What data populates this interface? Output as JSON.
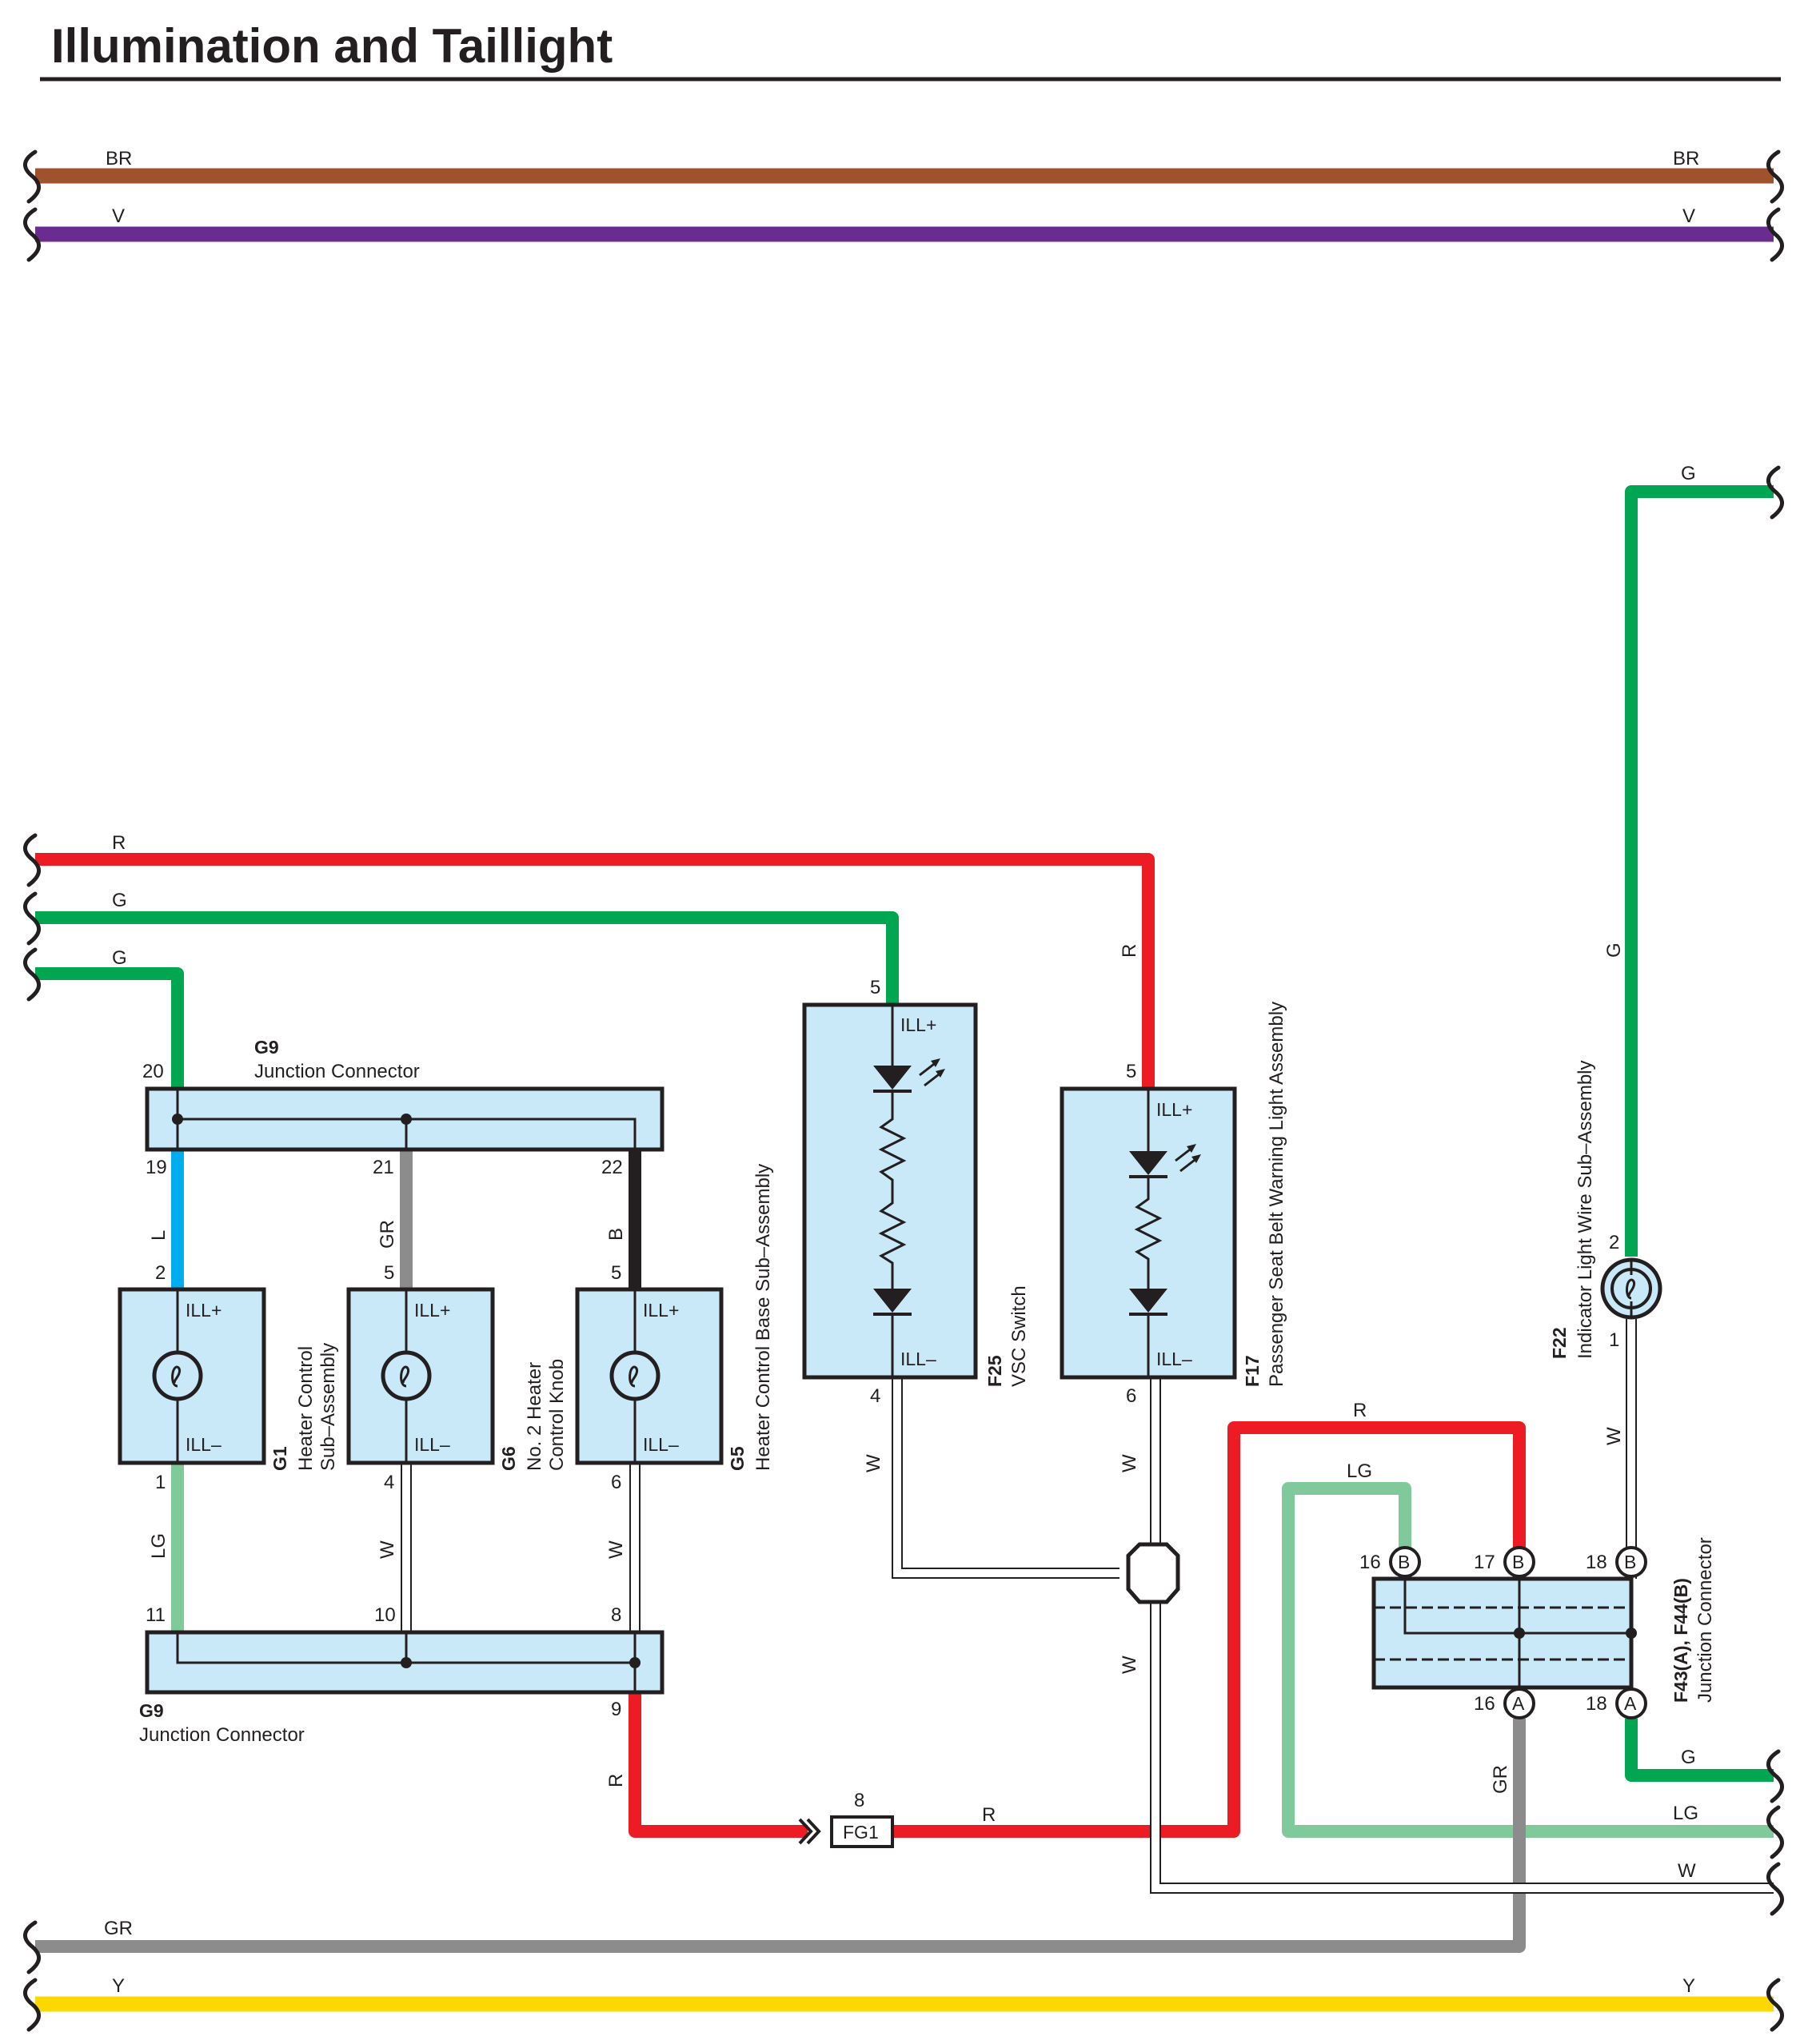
{
  "title": "Illumination and Taillight",
  "colors": {
    "BR": "#a0522d",
    "V": "#6b2c91",
    "G": "#00a651",
    "R": "#ed1c24",
    "L": "#00aeef",
    "GR": "#8c8c8c",
    "B": "#231f20",
    "LG": "#7fc99a",
    "Y": "#ffd800",
    "W": "#ffffff",
    "component_fill": "#c9e8f8",
    "outline": "#231f20"
  },
  "wire_labels": {
    "br_left": "BR",
    "br_right": "BR",
    "v_left": "V",
    "v_right": "V",
    "r_top": "R",
    "g_top1": "G",
    "g_top2": "G",
    "g_right_top": "G",
    "g_right_vert": "G",
    "r_f17_vert": "R",
    "l_g1": "L",
    "gr_g6": "GR",
    "b_g5": "B",
    "lg_g1": "LG",
    "w_g6": "W",
    "w_g5": "W",
    "w_f25": "W",
    "w_f17": "W",
    "w_f17_lower": "W",
    "w_f22": "W",
    "r_g9_down": "R",
    "r_fg1": "R",
    "r_loop": "R",
    "lg_loop": "LG",
    "gr_vert": "GR",
    "g_right_bottom": "G",
    "lg_right": "LG",
    "w_right": "W",
    "gr_left": "GR",
    "y_left": "Y",
    "y_right": "Y"
  },
  "connectors": {
    "g9_top": {
      "id": "G9",
      "name": "Junction Connector",
      "pins": [
        "20",
        "19",
        "21",
        "22"
      ]
    },
    "g9_bottom": {
      "id": "G9",
      "name": "Junction Connector",
      "pins": [
        "11",
        "10",
        "8",
        "9"
      ]
    },
    "g1": {
      "id": "G1",
      "name_line1": "Heater Control",
      "name_line2": "Sub–Assembly",
      "pin_top": "2",
      "pin_bottom": "1",
      "plus": "ILL+",
      "minus": "ILL–"
    },
    "g6": {
      "id": "G6",
      "name_line1": "No. 2 Heater",
      "name_line2": "Control Knob",
      "pin_top": "5",
      "pin_bottom": "4",
      "plus": "ILL+",
      "minus": "ILL–"
    },
    "g5": {
      "id": "G5",
      "name_line1": "Heater Control Base Sub–Assembly",
      "pin_top": "5",
      "pin_bottom": "6",
      "plus": "ILL+",
      "minus": "ILL–"
    },
    "f25": {
      "id": "F25",
      "name_line1": "VSC Switch",
      "pin_top": "5",
      "pin_bottom": "4",
      "plus": "ILL+",
      "minus": "ILL–"
    },
    "f17": {
      "id": "F17",
      "name_line1": "Passenger Seat Belt Warning Light Assembly",
      "pin_top": "5",
      "pin_bottom": "6",
      "plus": "ILL+",
      "minus": "ILL–"
    },
    "f22": {
      "id": "F22",
      "name_line1": "Indicator Light Wire Sub–Assembly",
      "pin_top": "2",
      "pin_bottom": "1"
    },
    "f43": {
      "id": "F43(A), F44(B)",
      "name": "Junction Connector",
      "pins_top": [
        "16",
        "17",
        "18"
      ],
      "letter_top": "B",
      "pins_bottom": [
        "16",
        "18"
      ],
      "letter_bottom": "A"
    },
    "fg1": {
      "id": "FG1",
      "pin": "8"
    }
  }
}
